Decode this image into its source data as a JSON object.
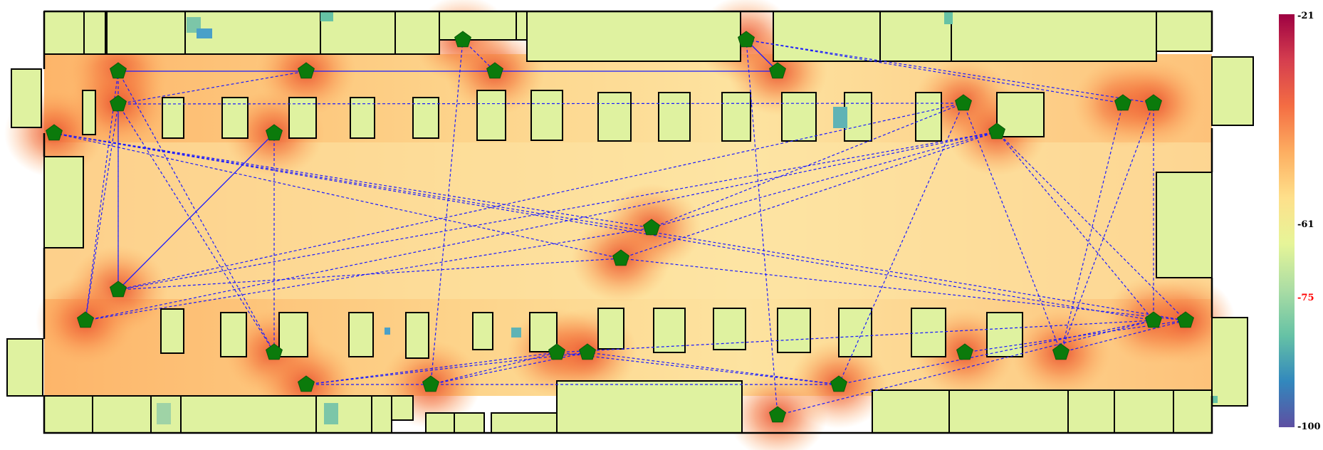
{
  "colorbar": {
    "stops": [
      "#5e4fa2",
      "#3288bd",
      "#66c2a5",
      "#abdda4",
      "#e6f598",
      "#fee08b",
      "#fdae61",
      "#f46d43",
      "#d53e4f",
      "#9e0142"
    ],
    "tick_top": "-21",
    "tick_mid": "-61",
    "tick_threshold": "-75",
    "tick_bottom": "-100",
    "threshold_color": "#ff0000"
  },
  "colors": {
    "floor_warm": "#fdae61",
    "floor_cool": "#e6f598",
    "room_fill": "#dff2a0",
    "hotspot": "#e8502f",
    "wall": "#000000",
    "link": "#1a1aff",
    "marker_fill": "#0b7a0b",
    "marker_stroke": "#0a5a0a"
  },
  "marker_icon": "pentagon-icon"
}
